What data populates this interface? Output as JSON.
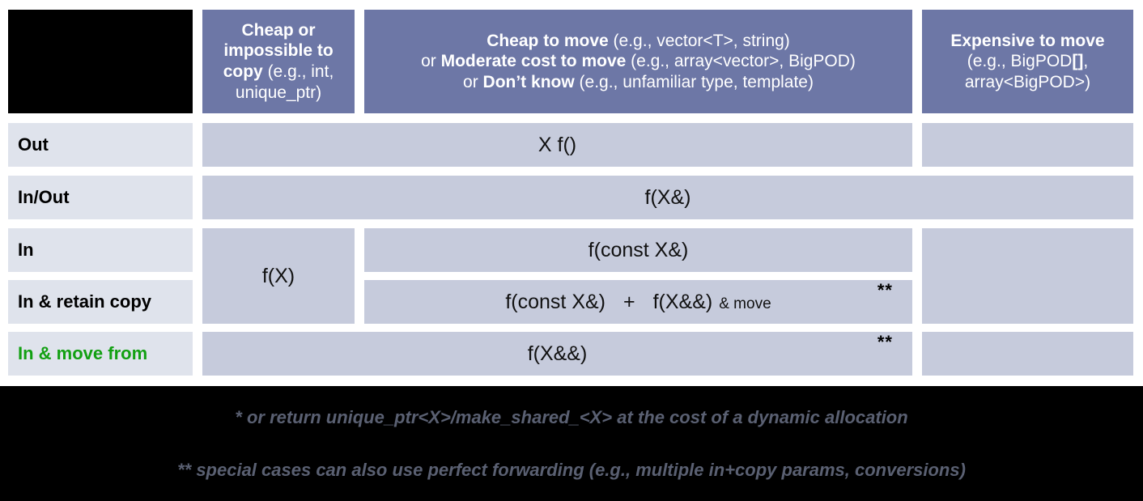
{
  "table": {
    "corner_label": "",
    "columns": [
      {
        "id": "cheap-or-impossible-to-copy",
        "line1_bold": "Cheap or",
        "line2_bold": "impossible to",
        "line3_bold": "copy",
        "line3_rest": " (e.g., int,",
        "line4_rest": "unique_ptr)",
        "html": "<b>Cheap or<br>impossible to<br>copy</b> (e.g., int,<br>unique_ptr)"
      },
      {
        "id": "cheap-or-moderate-or-dont-know",
        "html": "<b>Cheap to move</b> (e.g., vector&lt;T&gt;, string)<br>or <b>Moderate cost to move</b> (e.g., array&lt;vector&gt;, BigPOD)<br>or <b>Don’t know</b> (e.g., unfamiliar type, template)"
      },
      {
        "id": "expensive-to-move",
        "html": "<b>Expensive to move</b><br>(e.g., BigPOD<b>[]</b>,<br>array&lt;BigPOD&gt;)"
      }
    ],
    "rows": [
      {
        "id": "out",
        "label": "Out",
        "green_label": false
      },
      {
        "id": "in-out",
        "label": "In/Out",
        "green_label": false
      },
      {
        "id": "in",
        "label": "In",
        "green_label": false
      },
      {
        "id": "in-and-retain-copy",
        "label": "In & retain copy",
        "green_label": false
      },
      {
        "id": "in-and-move-from",
        "label": "In & move from",
        "green_label": true
      }
    ],
    "cells": {
      "out_wide": "X f()",
      "inout_full": "f(X&)",
      "in_cheap": "f(X)",
      "in_mid": "f(const X&)",
      "retain_part1": "f(const X&)",
      "retain_plus": "+",
      "retain_part2": "f(X&&)",
      "retain_part3": "& move",
      "movefrom": "f(X&&)",
      "stars_retain": "**",
      "stars_movefrom": "**"
    }
  },
  "footnotes": {
    "one": "* or return unique_ptr<X>/make_shared_<X> at the cost of a dynamic allocation",
    "two": "** special cases can also use perfect forwarding (e.g., multiple in+copy params, conversions)"
  },
  "colors": {
    "header_blue": "#6d77a6",
    "row_label_fill": "#dfe3ec",
    "data_cell_fill": "#c6cbdc",
    "green_accent": "#12a012",
    "footnote_gray": "#5a6072",
    "background": "#000000"
  }
}
